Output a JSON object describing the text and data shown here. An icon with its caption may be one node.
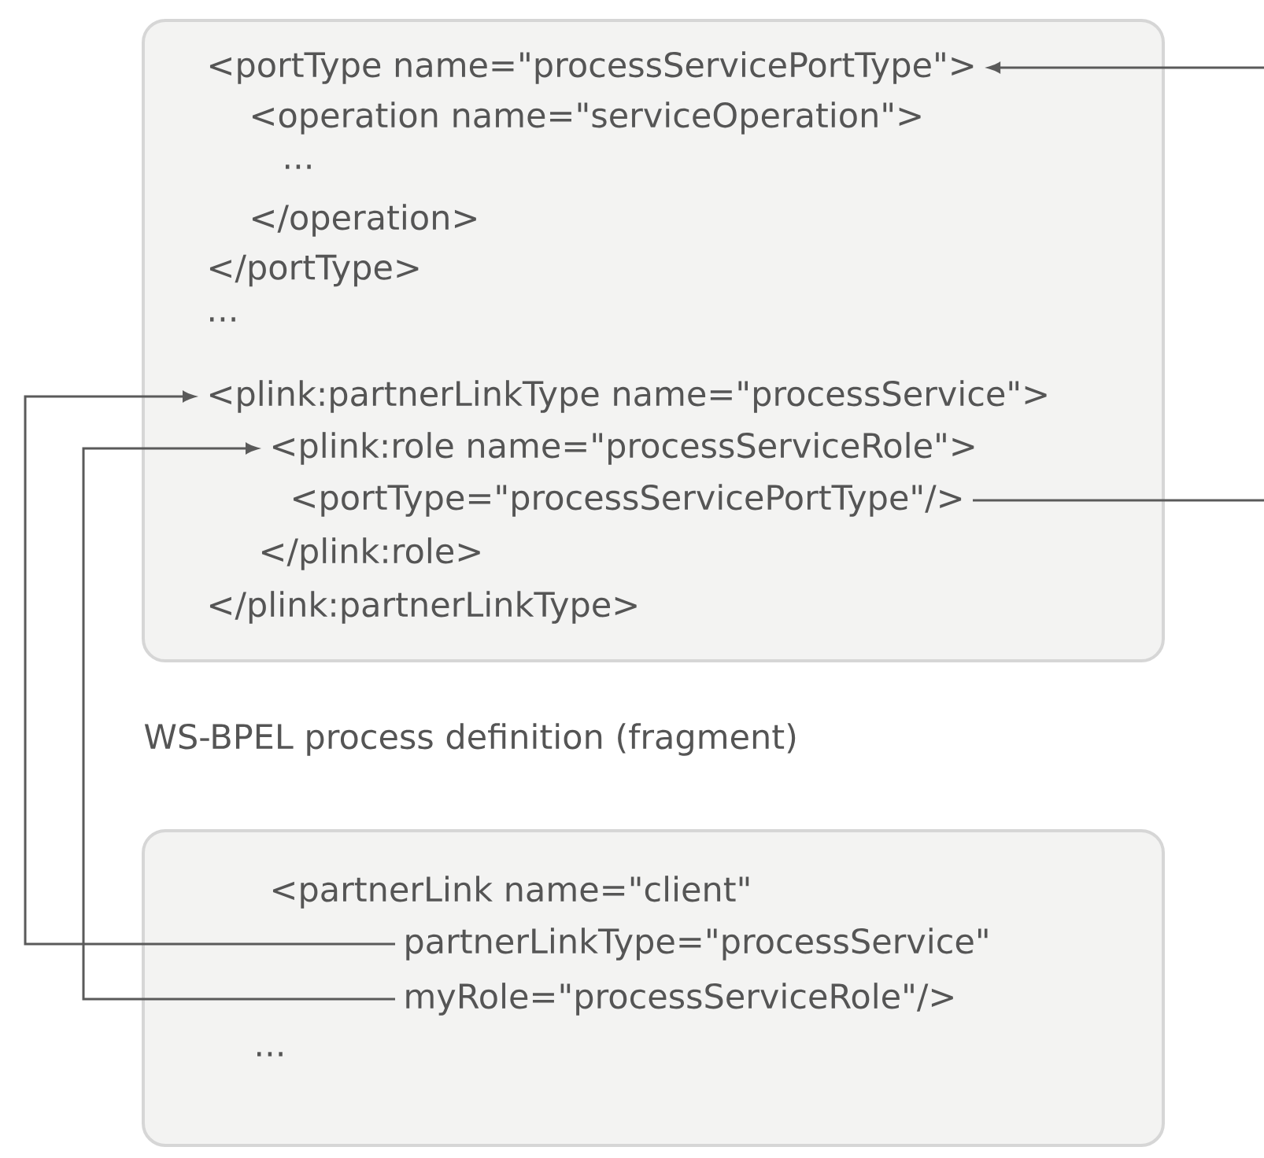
{
  "diagram": {
    "nodes": [
      {
        "text": [],
        "shape": "box"
      },
      {
        "text": [
          "<portType name=\"processServicePortType\">"
        ],
        "in": 0
      },
      {
        "text": [
          "<operation name=\"serviceOperation\">"
        ],
        "in": 0
      },
      {
        "text": [
          "..."
        ],
        "in": 0
      },
      {
        "text": [
          "</operation>"
        ],
        "in": 0
      },
      {
        "text": [
          "</portType>"
        ],
        "in": 0
      },
      {
        "text": [
          "..."
        ],
        "in": 0
      },
      {
        "text": [
          "<plink:partnerLinkType name=\"processService\">"
        ],
        "in": 0
      },
      {
        "text": [
          "<plink:role name=\"processServiceRole\">"
        ],
        "in": 0
      },
      {
        "text": [
          "<portType=\"processServicePortType\"/>"
        ],
        "in": 0
      },
      {
        "text": [
          "</plink:role>"
        ],
        "in": 0
      },
      {
        "text": [
          "</plink:partnerLinkType>"
        ],
        "in": 0
      },
      {
        "text": [
          "WS-BPEL process definition (fragment)"
        ]
      },
      {
        "text": [
          "<partnerLink name=\"client\""
        ],
        "in": 12
      },
      {
        "text": [
          "partnerLinkType=\"processService\""
        ],
        "in": 12
      },
      {
        "text": [
          "myRole=\"processServiceRole\"/>"
        ],
        "in": 12
      },
      {
        "text": [
          "..."
        ],
        "in": 12
      }
    ],
    "edges": [
      {
        "from": 9,
        "to": 1,
        "arrow": "to"
      },
      {
        "from": 14,
        "to": 7,
        "arrow": "to"
      },
      {
        "from": 15,
        "to": 8,
        "arrow": "to"
      }
    ]
  }
}
